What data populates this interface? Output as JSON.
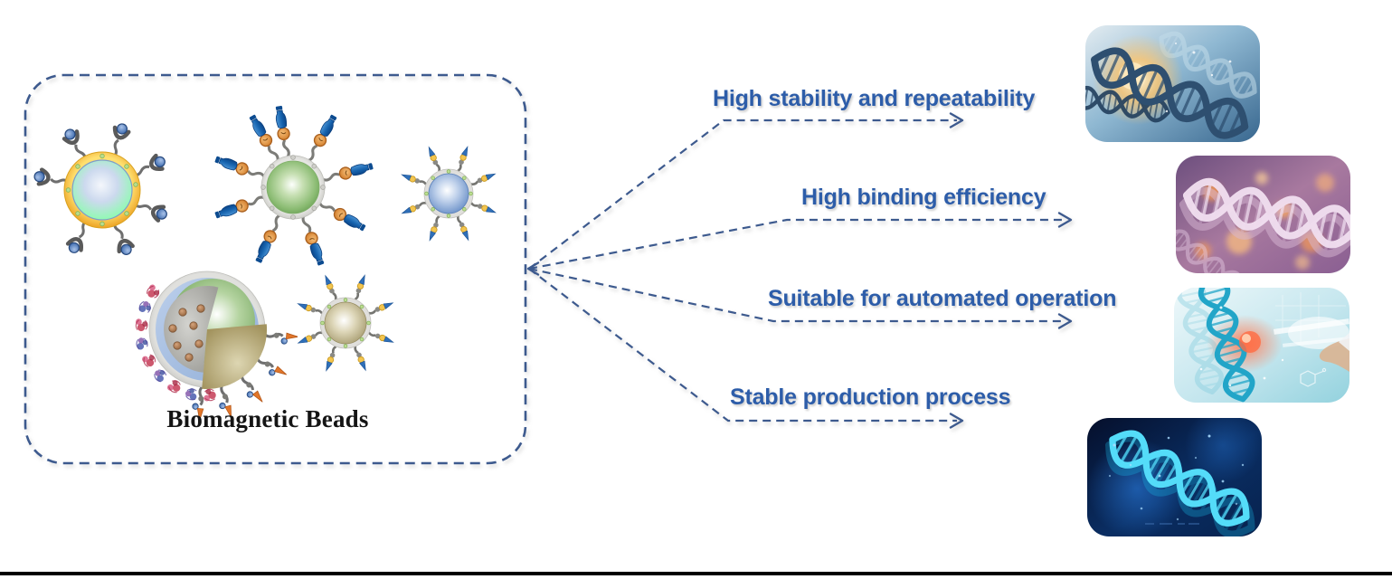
{
  "box": {
    "caption": "Biomagnetic Beads"
  },
  "features": [
    {
      "label": "High stability and repeatability"
    },
    {
      "label": "High binding efficiency"
    },
    {
      "label": "Suitable for automated operation"
    },
    {
      "label": "Stable production process"
    }
  ],
  "icons": {
    "bead1": "yellow-shell-antibody-bead-icon",
    "bead2": "green-core-conjugate-bead-icon",
    "bead3": "small-blue-bead-icon",
    "bead4": "cross-section-magnetic-bead-icon",
    "bead5": "small-khaki-bead-icon",
    "photo1": "dna-helix-gold-glow-photo",
    "photo2": "dna-helix-purple-bokeh-photo",
    "photo3": "dna-helix-teal-hand-photo",
    "photo4": "dna-helix-dark-blue-photo"
  },
  "colors": {
    "label_text": "#2d5da9",
    "dashed_lines": "#3d5a8e",
    "caption_text": "#141414",
    "background": "#ffffff",
    "bottom_rule": "#000000"
  }
}
